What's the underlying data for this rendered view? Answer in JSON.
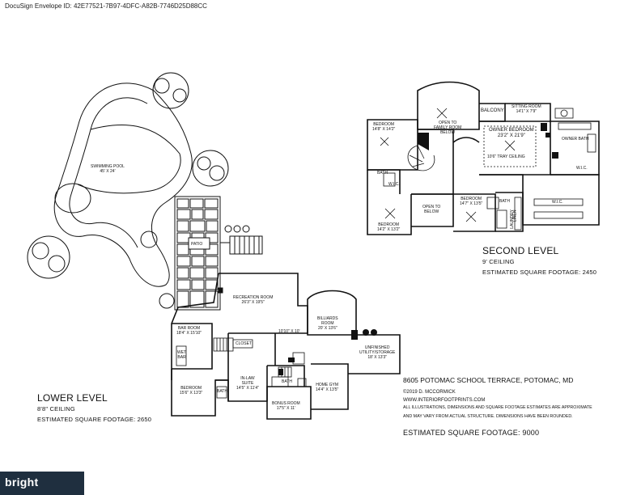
{
  "envelope_id": "DocuSign Envelope ID: 42E77521-7B97-4DFC-A82B-7746D25D88CC",
  "rooms": {
    "swimming_pool": [
      "SWIMMING POOL",
      "45' X 24'"
    ],
    "patio": [
      "PATIO"
    ],
    "recreation_room": [
      "RECREATION ROOM",
      "26'3\" X 19'5\""
    ],
    "billiards_room": [
      "BILLIARDS",
      "ROOM",
      "20' X 13'6\""
    ],
    "unfinished_storage": [
      "UNFINISHED",
      "UTILITY/STORAGE",
      "18' X 13'3\""
    ],
    "bar_room": [
      "BAR ROOM",
      "18'4\" X 15'10\""
    ],
    "center_dim": [
      "10'10\" X 10'"
    ],
    "closet": [
      "CLOSET"
    ],
    "wet_bar": [
      "WET",
      "BAR"
    ],
    "lower_bedroom": [
      "BEDROOM",
      "15'6\" X 13'3\""
    ],
    "lower_bath": [
      "BATH"
    ],
    "in_law_suite": [
      "IN-LAW",
      "SUITE",
      "14'5\" X 11'4\""
    ],
    "bonus_bath": [
      "BATH"
    ],
    "bonus_room": [
      "BONUS ROOM",
      "17'5\" X 11'"
    ],
    "home_gym": [
      "HOME GYM",
      "14'4\" X 13'5\""
    ],
    "balcony": [
      "BALCONY"
    ],
    "sitting_room": [
      "SITTING ROOM",
      "14'1\" X 7'9\""
    ],
    "bedroom_nw": [
      "BEDROOM",
      "14'8\" X 14'2\""
    ],
    "open_to_family": [
      "OPEN TO",
      "FAMILY ROOM",
      "BELOW"
    ],
    "owner_bedroom": [
      "OWNER BEDROOM",
      "23'2\" X 21'9\""
    ],
    "tray_ceiling": [
      "10'6\" TRAY CEILING"
    ],
    "owner_bath": [
      "OWNER BATH"
    ],
    "wic_upper": [
      "W.I.C."
    ],
    "wic_lower": [
      "W.I.C."
    ],
    "bath_upper_left": [
      "BATH"
    ],
    "wic_left": [
      "W.I.C."
    ],
    "bedroom_sw": [
      "BEDROOM",
      "14'2\" X 13'2\""
    ],
    "open_to_below": [
      "OPEN TO",
      "BELOW"
    ],
    "bedroom_center": [
      "BEDROOM",
      "14'7\" X 13'5\""
    ],
    "bath_center": [
      "BATH"
    ],
    "laundry": [
      "LAUNDRY"
    ],
    "linen": [
      "LINEN"
    ]
  },
  "second_level": {
    "title": "SECOND LEVEL",
    "ceiling": "9' CEILING",
    "sqft": "ESTIMATED SQUARE FOOTAGE: 2450"
  },
  "lower_level": {
    "title": "LOWER LEVEL",
    "ceiling": "8'8\" CEILING",
    "sqft": "ESTIMATED SQUARE FOOTAGE: 2650"
  },
  "address": "8605 POTOMAC SCHOOL TERRACE, POTOMAC, MD",
  "copyright": "©2019 D. MCCORMICK",
  "website": "WWW.INTERIORFOOTPRINTS.COM",
  "disclaimer_1": "ALL ILLUSTRATIONS, DIMENSIONS AND SQUARE FOOTAGE ESTIMATES ARE APPROXIMATE",
  "disclaimer_2": "AND MAY VARY FROM ACTUAL STRUCTURE. DIMENSIONS HAVE BEEN ROUNDED.",
  "total_sqft": "ESTIMATED SQUARE FOOTAGE: 9000",
  "watermark": "bright",
  "colors": {
    "line": "#111111",
    "watermark_bg": "#1f2f3f"
  }
}
